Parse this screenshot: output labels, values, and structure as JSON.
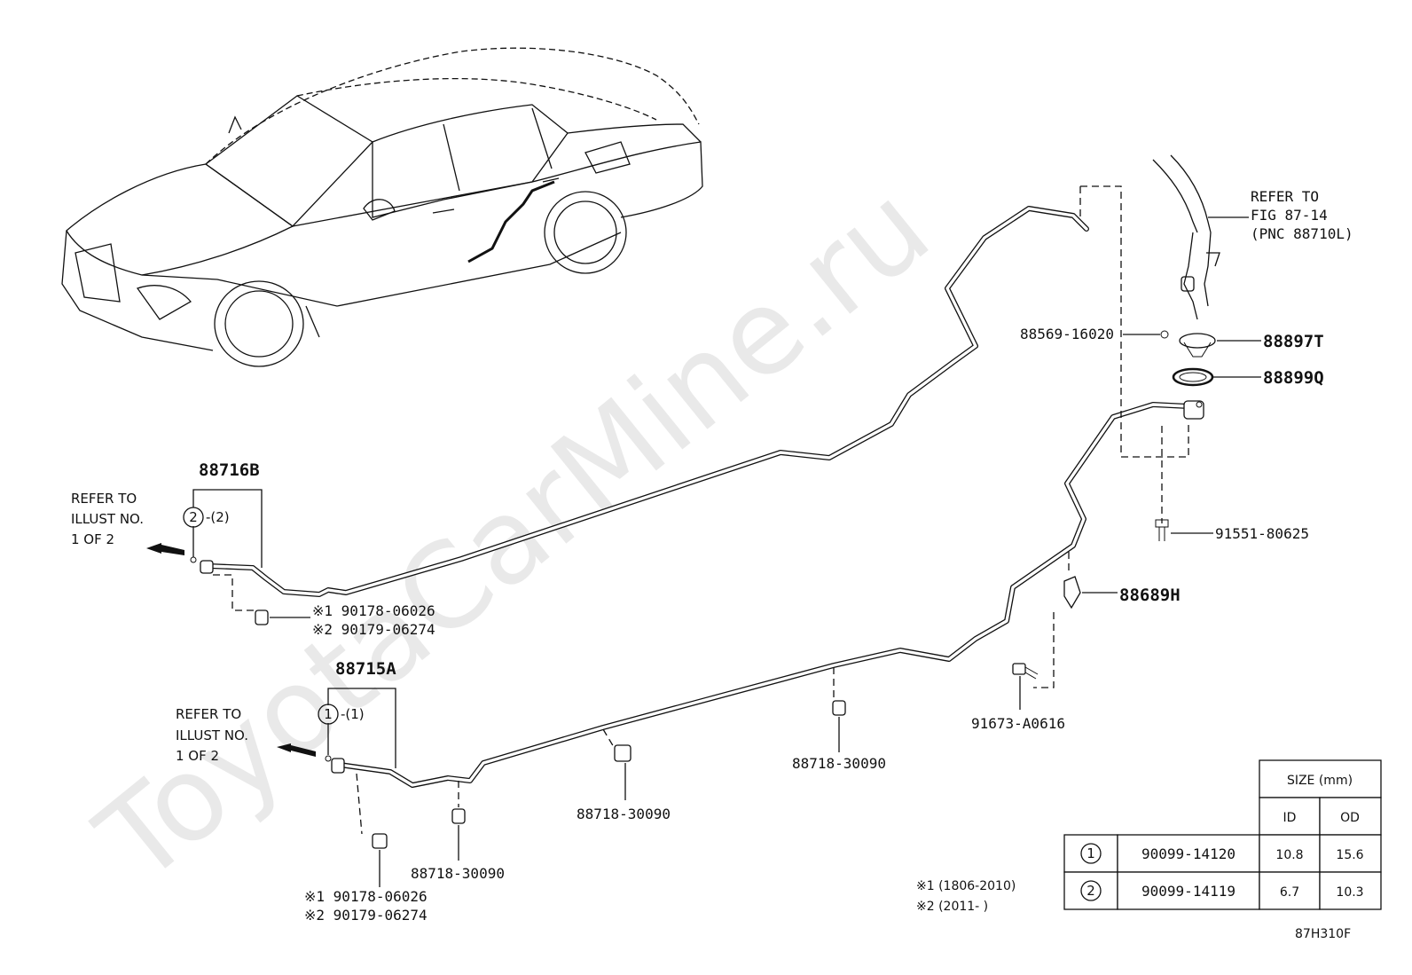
{
  "watermark": "ToyotaCarMine.ru",
  "figure_code": "87H310F",
  "refer_left_1": {
    "l1": "REFER TO",
    "l2": "ILLUST NO.",
    "l3": "1 OF 2"
  },
  "refer_left_2": {
    "l1": "REFER TO",
    "l2": "ILLUST NO.",
    "l3": "1 OF 2"
  },
  "refer_top_right": {
    "l1": "REFER TO",
    "l2": "FIG 87-14",
    "l3": "(PNC 88710L)"
  },
  "parts": {
    "p88716B": "88716B",
    "p88715A": "88715A",
    "p88897T": "88897T",
    "p88899Q": "88899Q",
    "p88689H": "88689H",
    "p88569": "88569-16020",
    "p91551": "91551-80625",
    "p91673": "91673-A0616",
    "p88718_a": "88718-30090",
    "p88718_b": "88718-30090",
    "p88718_c": "88718-30090"
  },
  "circle_refs": {
    "c2": {
      "mark": "2",
      "suffix": "-(2)"
    },
    "c1": {
      "mark": "1",
      "suffix": "-(1)"
    }
  },
  "clips_upper": {
    "l1": "※1 90178-06026",
    "l2": "※2 90179-06274"
  },
  "clips_lower": {
    "l1": "※1 90178-06026",
    "l2": "※2 90179-06274"
  },
  "notes": {
    "n1": "※1 (1806-2010)",
    "n2": "※2 (2011-      )"
  },
  "size_table": {
    "header": "SIZE (mm)",
    "col_id": "ID",
    "col_od": "OD",
    "rows": [
      {
        "mark": "1",
        "part": "90099-14120",
        "id": "10.8",
        "od": "15.6"
      },
      {
        "mark": "2",
        "part": "90099-14119",
        "id": "6.7",
        "od": "10.3"
      }
    ]
  }
}
